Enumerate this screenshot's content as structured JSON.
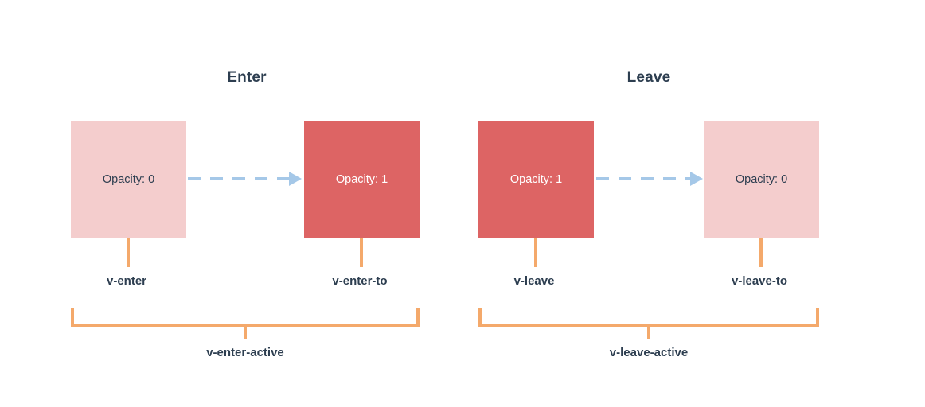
{
  "diagram": {
    "title_enter": "Enter",
    "title_leave": "Leave",
    "colors": {
      "box_light": "#f4cdcd",
      "box_solid": "#dd6464",
      "arrow": "#a5c8e8",
      "bracket": "#f4a96b",
      "text_dark": "#2d3e50",
      "text_light": "#ffffff",
      "background": "#ffffff"
    },
    "groups": [
      {
        "name": "enter",
        "title": "Enter",
        "active_label": "v-enter-active",
        "states": [
          {
            "box_text": "Opacity: 0",
            "class_label": "v-enter",
            "style": "light"
          },
          {
            "box_text": "Opacity: 1",
            "class_label": "v-enter-to",
            "style": "solid"
          }
        ]
      },
      {
        "name": "leave",
        "title": "Leave",
        "active_label": "v-leave-active",
        "states": [
          {
            "box_text": "Opacity: 1",
            "class_label": "v-leave",
            "style": "solid"
          },
          {
            "box_text": "Opacity: 0",
            "class_label": "v-leave-to",
            "style": "light"
          }
        ]
      }
    ]
  }
}
